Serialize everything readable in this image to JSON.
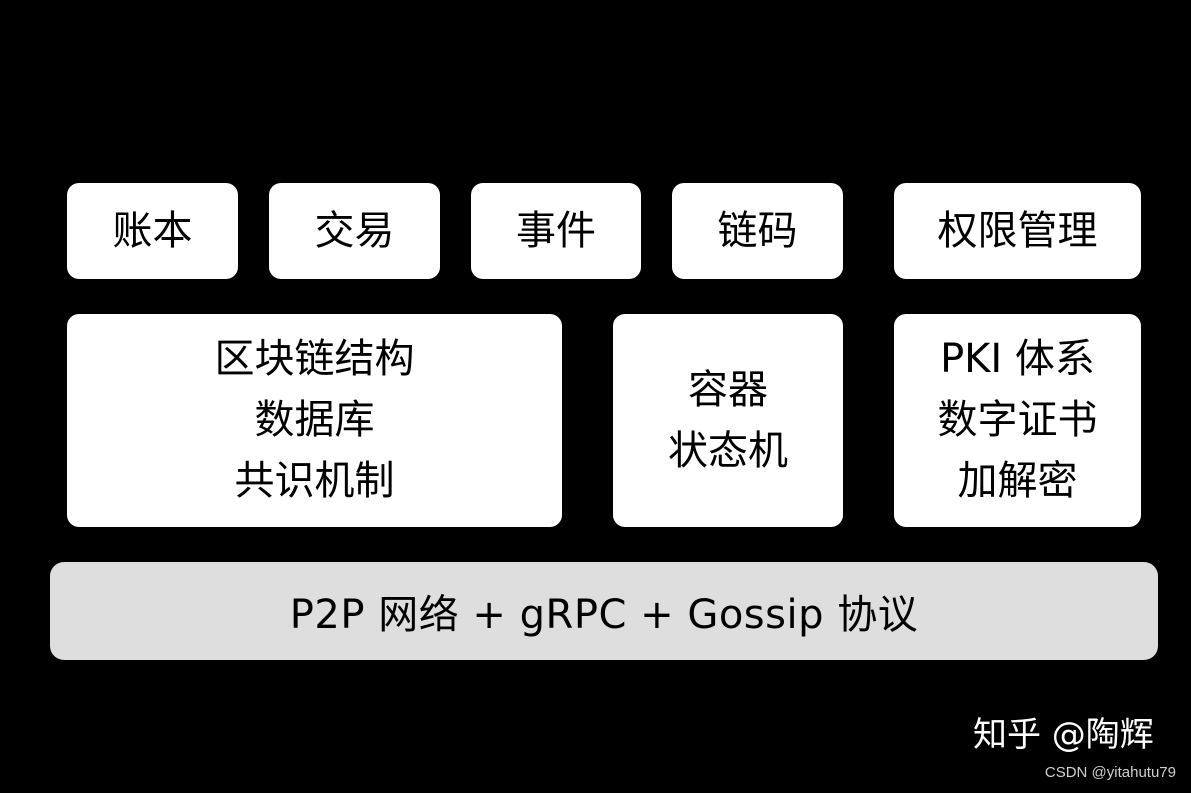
{
  "top_row": [
    {
      "label": "账本"
    },
    {
      "label": "交易"
    },
    {
      "label": "事件"
    },
    {
      "label": "链码"
    },
    {
      "label": "权限管理"
    }
  ],
  "middle_row": {
    "blockchain": [
      "区块链结构",
      "数据库",
      "共识机制"
    ],
    "container": [
      "容器",
      "状态机"
    ],
    "pki": [
      "PKI 体系",
      "数字证书",
      "加解密"
    ]
  },
  "network": {
    "label": "P2P 网络 + gRPC + Gossip 协议"
  },
  "watermark": {
    "label": "知乎 @陶辉"
  },
  "credit": {
    "label": "CSDN @yitahutu79"
  },
  "colors": {
    "background": "#000000",
    "box": "#ffffff",
    "network_box": "#dedede",
    "text": "#000000"
  }
}
